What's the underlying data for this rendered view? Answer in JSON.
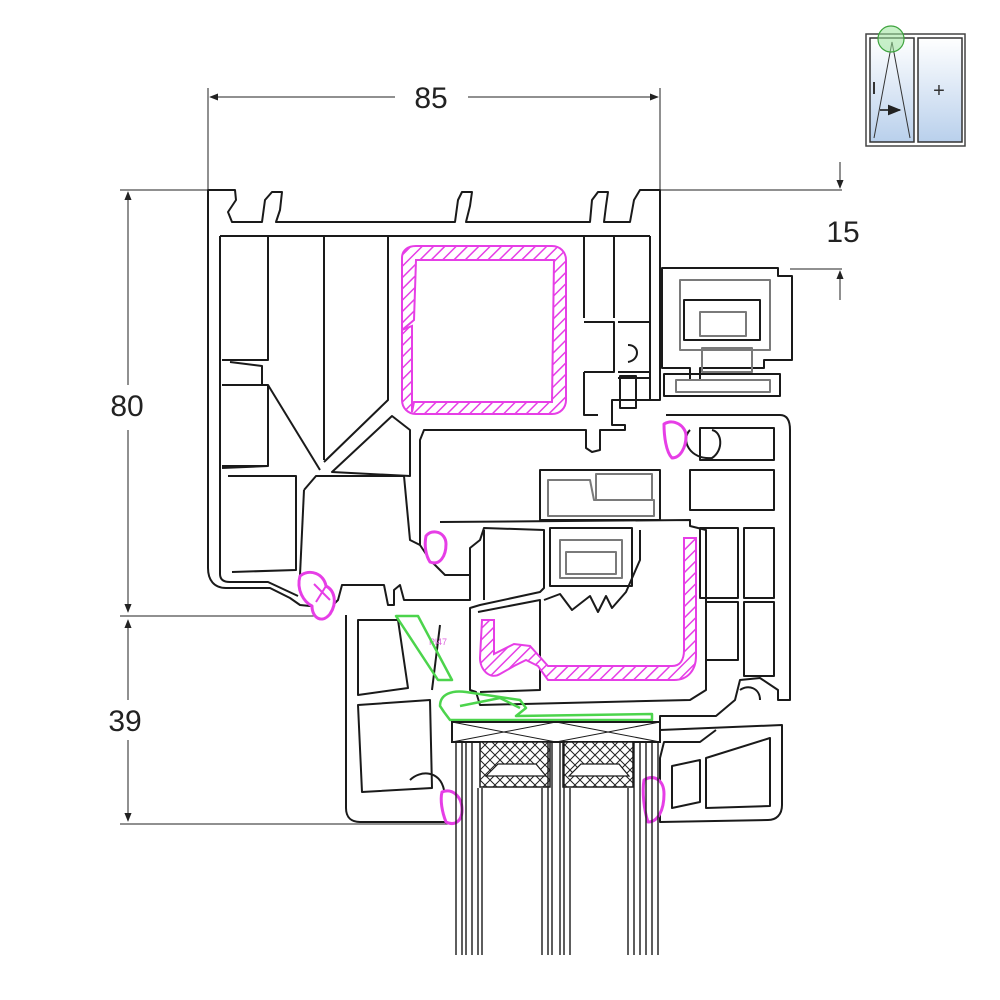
{
  "dimensions": {
    "width_top": "85",
    "height_left_upper": "80",
    "height_left_lower": "39",
    "offset_right": "15"
  },
  "gasket_label": "Pl47",
  "thumbnail": {
    "icon": "tilt-turn-window-icon",
    "fixed_pane_symbol": "+"
  },
  "colors": {
    "outline": "#1a1a1a",
    "gasket": "#e63ee6",
    "glazing_bead": "#4cd44c",
    "hardware": "#7a7a7a",
    "glass": "#bcd4ee"
  }
}
